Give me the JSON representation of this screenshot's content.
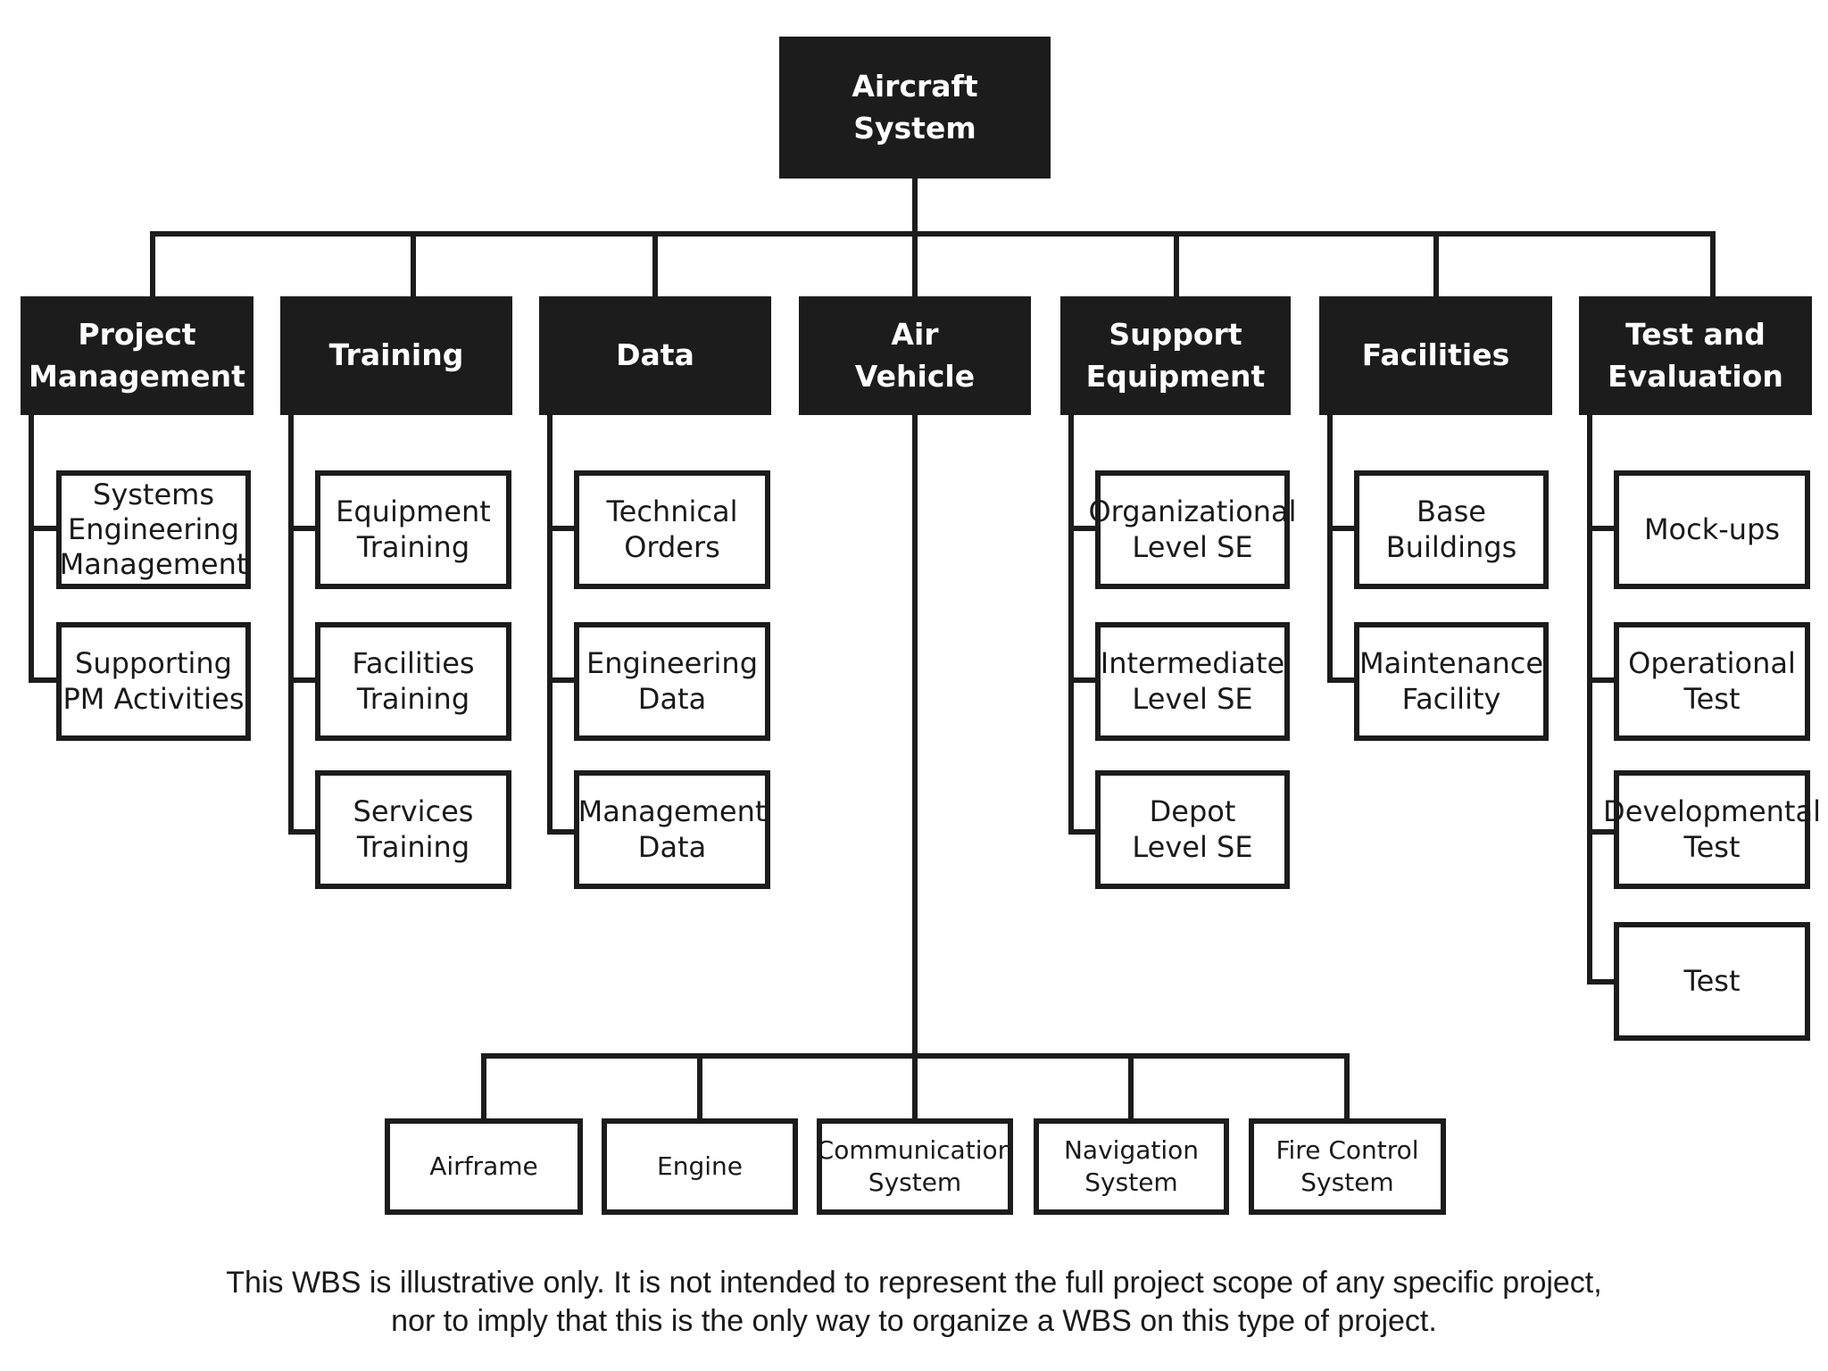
{
  "root": {
    "label": "Aircraft\nSystem"
  },
  "branches": [
    {
      "key": "pm",
      "label": "Project\nManagement",
      "children": [
        "Systems\nEngineering\nManagement",
        "Supporting\nPM Activities"
      ]
    },
    {
      "key": "training",
      "label": "Training",
      "children": [
        "Equipment\nTraining",
        "Facilities\nTraining",
        "Services\nTraining"
      ]
    },
    {
      "key": "data",
      "label": "Data",
      "children": [
        "Technical\nOrders",
        "Engineering\nData",
        "Management\nData"
      ]
    },
    {
      "key": "air-vehicle",
      "label": "Air\nVehicle",
      "children": [
        "Airframe",
        "Engine",
        "Communication\nSystem",
        "Navigation\nSystem",
        "Fire Control\nSystem"
      ]
    },
    {
      "key": "support-equipment",
      "label": "Support\nEquipment",
      "children": [
        "Organizational\nLevel SE",
        "Intermediate\nLevel SE",
        "Depot\nLevel SE"
      ]
    },
    {
      "key": "facilities",
      "label": "Facilities",
      "children": [
        "Base Buildings",
        "Maintenance\nFacility"
      ]
    },
    {
      "key": "test-evaluation",
      "label": "Test and\nEvaluation",
      "children": [
        "Mock-ups",
        "Operational\nTest",
        "Developmental\nTest",
        "Test"
      ]
    }
  ],
  "caption": {
    "line1": "This WBS is illustrative only. It is not intended to represent the full project scope of any specific project,",
    "line2": "nor to imply that this is the only way to organize a WBS on this type of project."
  }
}
